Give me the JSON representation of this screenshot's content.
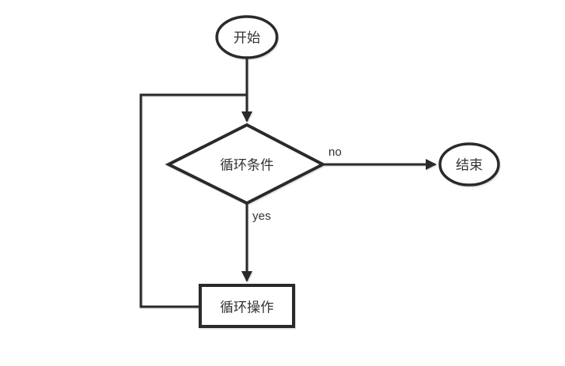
{
  "page": {
    "background": "#ffffff"
  },
  "theme": {
    "stroke": "#2b2b2b",
    "text": "#333333",
    "shape-fill": "#ffffff",
    "shadow": "#d6d6d6"
  },
  "diagram": {
    "type": "flowchart",
    "direction": "top-down",
    "nodes": {
      "start": {
        "shape": "ellipse",
        "label": "开始"
      },
      "condition": {
        "shape": "diamond",
        "label": "循环条件"
      },
      "end": {
        "shape": "ellipse",
        "label": "结束"
      },
      "operation": {
        "shape": "rectangle",
        "label": "循环操作"
      }
    },
    "edges": [
      {
        "from": "start",
        "to": "condition",
        "label": "",
        "arrow": true
      },
      {
        "from": "condition",
        "to": "end",
        "label": "no",
        "arrow": true
      },
      {
        "from": "condition",
        "to": "operation",
        "label": "yes",
        "arrow": true
      },
      {
        "from": "operation",
        "to": "condition",
        "label": "",
        "arrow": false,
        "style": "loop-back"
      }
    ]
  }
}
